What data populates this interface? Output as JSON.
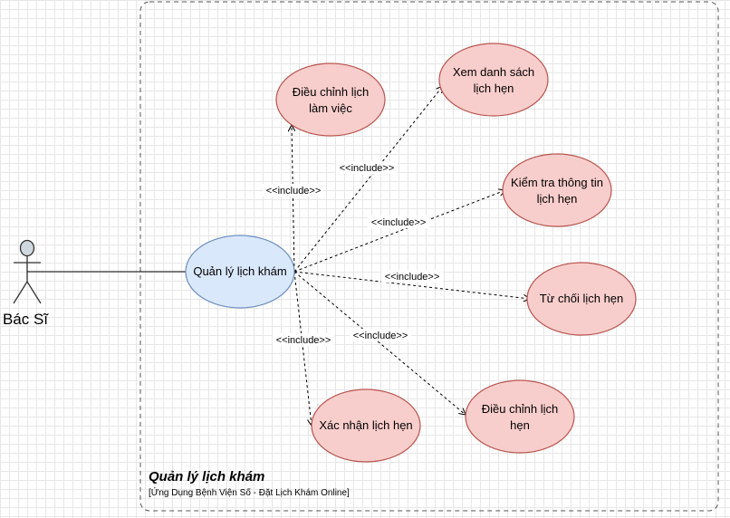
{
  "system": {
    "title": "Quản lý lịch khám",
    "subtitle": "[Ứng Dụng Bệnh Viện Số - Đặt Lịch Khám Online]"
  },
  "actor": {
    "name": "Bác Sĩ"
  },
  "main_use_case": {
    "line1": "Quản lý lịch khám"
  },
  "use_cases": [
    {
      "id": "dieu-chinh-lich-lam-viec",
      "line1": "Điều chỉnh lịch",
      "line2": "làm việc"
    },
    {
      "id": "xem-danh-sach-lich-hen",
      "line1": "Xem danh sách",
      "line2": "lịch hẹn"
    },
    {
      "id": "kiem-tra-thong-tin-lich-hen",
      "line1": "Kiểm tra thông tin",
      "line2": "lịch hẹn"
    },
    {
      "id": "tu-choi-lich-hen",
      "line1": "Từ chối lịch hẹn"
    },
    {
      "id": "dieu-chinh-lich-hen",
      "line1": "Điều chỉnh lịch",
      "line2": "hẹn"
    },
    {
      "id": "xac-nhan-lich-hen",
      "line1": "Xác nhận lịch hẹn"
    }
  ],
  "relations": {
    "include_label": "<<include>>"
  },
  "colors": {
    "main_fill": "#dae8fc",
    "main_stroke": "#6c8ebf",
    "uc_fill": "#f8cecc",
    "uc_stroke": "#b85450"
  }
}
